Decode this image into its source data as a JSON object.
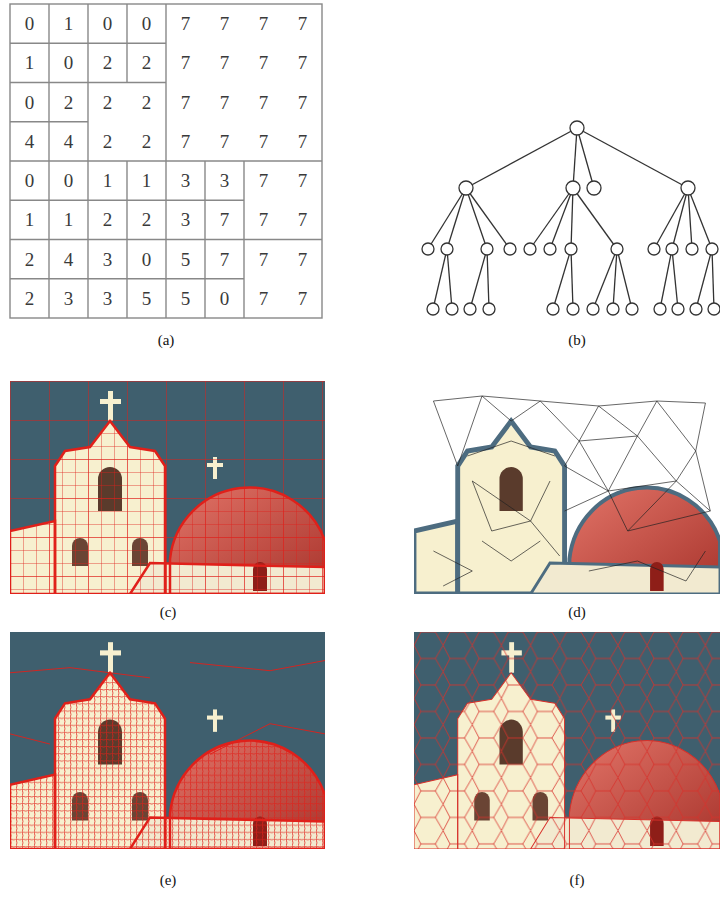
{
  "diagram": {
    "labels": [
      "0",
      "1",
      "0",
      "0",
      "7",
      "7",
      "7",
      "7",
      "1",
      "0",
      "2",
      "2",
      "7",
      "7",
      "7",
      "7",
      "0",
      "2",
      "2",
      "2",
      "7",
      "7",
      "7",
      "7",
      "4",
      "4",
      "2",
      "2",
      "7",
      "7",
      "7",
      "7",
      "0",
      "0",
      "1",
      "1",
      "3",
      "3",
      "7",
      "7",
      "1",
      "1",
      "2",
      "2",
      "3",
      "7",
      "7",
      "7",
      "2",
      "4",
      "3",
      "0",
      "5",
      "7",
      "7",
      "7",
      "2",
      "3",
      "3",
      "5",
      "5",
      "0",
      "7",
      "7",
      "(a)",
      "(b)",
      "(c)",
      "(d)",
      "(e)",
      "(f)"
    ]
  }
}
